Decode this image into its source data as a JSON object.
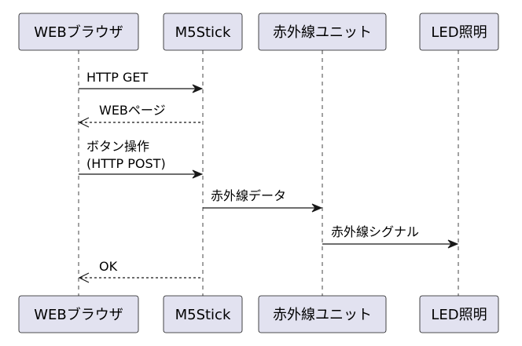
{
  "participants": [
    {
      "id": "browser",
      "label": "WEBブラウザ"
    },
    {
      "id": "m5",
      "label": "M5Stick"
    },
    {
      "id": "ir",
      "label": "赤外線ユニット"
    },
    {
      "id": "led",
      "label": "LED照明"
    }
  ],
  "messages": [
    {
      "from": "browser",
      "to": "m5",
      "lines": [
        "HTTP GET"
      ],
      "style": "solid"
    },
    {
      "from": "m5",
      "to": "browser",
      "lines": [
        "WEBページ"
      ],
      "style": "dashed"
    },
    {
      "from": "browser",
      "to": "m5",
      "lines": [
        "ボタン操作",
        "(HTTP POST)"
      ],
      "style": "solid"
    },
    {
      "from": "m5",
      "to": "ir",
      "lines": [
        "赤外線データ"
      ],
      "style": "solid"
    },
    {
      "from": "ir",
      "to": "led",
      "lines": [
        "赤外線シグナル"
      ],
      "style": "solid"
    },
    {
      "from": "m5",
      "to": "browser",
      "lines": [
        "OK"
      ],
      "style": "dashed"
    }
  ]
}
